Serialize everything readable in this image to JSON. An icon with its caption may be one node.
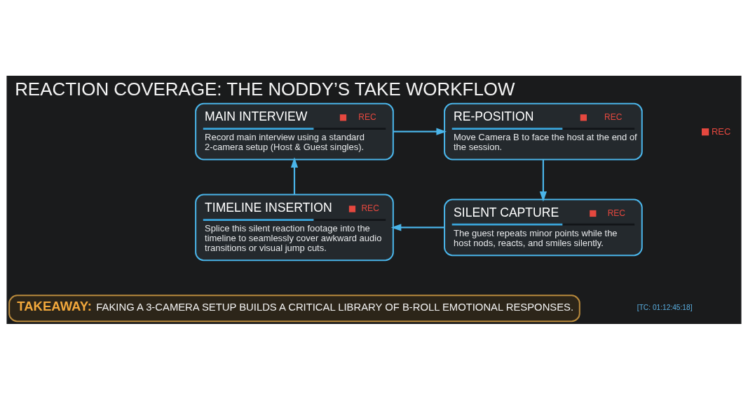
{
  "diagram": {
    "title": "REACTION COVERAGE: THE NODDY’S TAKE WORKFLOW",
    "nodes": [
      {
        "text": [
          "MAIN INTERVIEW",
          "REC",
          "Record main interview using a standard 2-camera setup (Host & Guest singles)."
        ]
      },
      {
        "text": [
          "RE-POSITION",
          "REC",
          "Move Camera B to face the host at the end of the session."
        ]
      },
      {
        "text": [
          "TIMELINE INSERTION",
          "REC",
          "Splice this silent reaction footage into the timeline to seamlessly cover awkward audio transitions or visual jump cuts."
        ]
      },
      {
        "text": [
          "SILENT CAPTURE",
          "REC",
          "The guest repeats minor points while the host nods, reacts, and smiles silently."
        ]
      },
      {
        "text": [
          "TAKEAWAY:",
          "FAKING A 3-CAMERA SETUP BUILDS A CRITICAL LIBRARY OF B-ROLL EMOTIONAL RESPONSES."
        ]
      }
    ],
    "edges": [
      {
        "from": 0,
        "to": 1,
        "arrow": "to"
      },
      {
        "from": 1,
        "to": 3,
        "arrow": "to"
      },
      {
        "from": 3,
        "to": 2,
        "arrow": "to"
      },
      {
        "from": 2,
        "to": 0,
        "arrow": "to"
      }
    ],
    "labels": [
      "REC",
      "[TC: 01:12:45:18]"
    ]
  }
}
